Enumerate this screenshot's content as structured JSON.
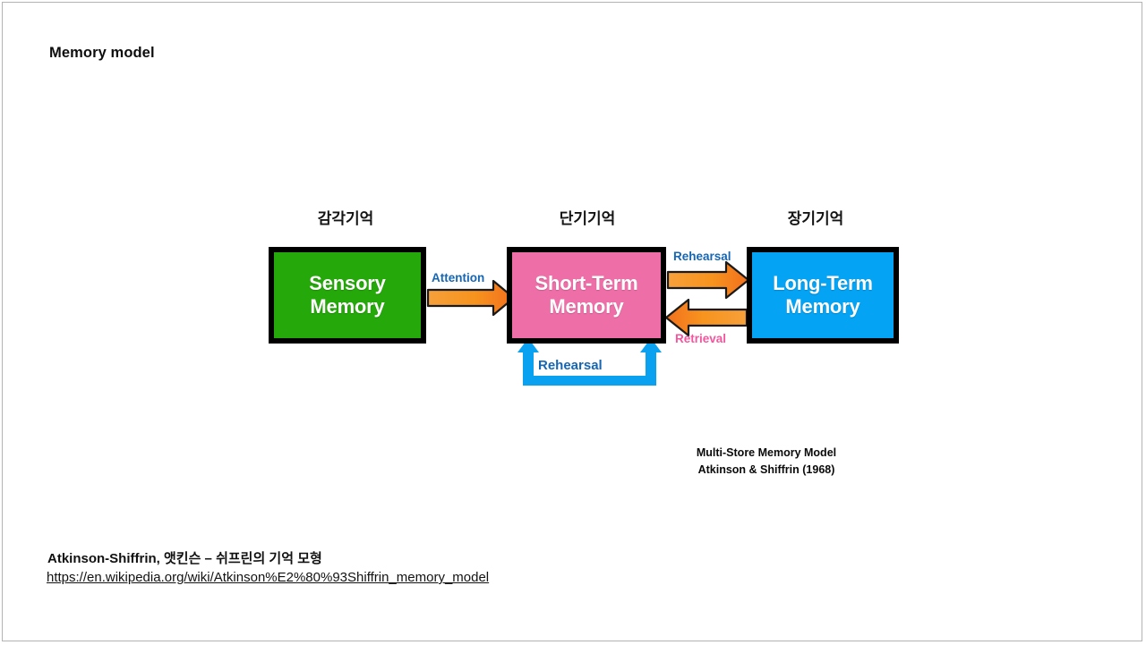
{
  "slide": {
    "title": "Memory model",
    "background": "#ffffff",
    "frame_color": "#b3b3b3"
  },
  "diagram": {
    "type": "flow-diagram",
    "name": "multi-store-memory-model",
    "column_labels": {
      "sensory_kr": "감각기억",
      "short_term_kr": "단기기억",
      "long_term_kr": "장기기억"
    },
    "boxes": [
      {
        "id": "sensory",
        "label": "Sensory\nMemory",
        "line1": "Sensory",
        "line2": "Memory",
        "fill": "#25a80a",
        "border": "#000000",
        "text_color": "#ffffff"
      },
      {
        "id": "short_term",
        "label": "Short-Term\nMemory",
        "line1": "Short-Term",
        "line2": "Memory",
        "fill": "#ee6fa8",
        "border": "#000000",
        "text_color": "#ffffff"
      },
      {
        "id": "long_term",
        "label": "Long-Term\nMemory",
        "line1": "Long-Term",
        "line2": "Memory",
        "fill": "#05a3f4",
        "border": "#000000",
        "text_color": "#ffffff"
      }
    ],
    "arrows": [
      {
        "id": "attention",
        "label": "Attention",
        "from": "sensory",
        "to": "short_term",
        "color": "#f7941e",
        "label_color": "#1666b3"
      },
      {
        "id": "rehearsal-top",
        "label": "Rehearsal",
        "from": "short_term",
        "to": "long_term",
        "color": "#f7941e",
        "label_color": "#1666b3"
      },
      {
        "id": "retrieval",
        "label": "Retrieval",
        "from": "long_term",
        "to": "short_term",
        "color": "#f7941e",
        "label_color": "#f4569e"
      },
      {
        "id": "rehearsal-loop",
        "label": "Rehearsal",
        "from": "short_term",
        "to": "short_term",
        "color": "#0aa2f0",
        "label_color": "#1666b3"
      }
    ],
    "caption_line1": "Multi-Store Memory Model",
    "caption_line2": "Atkinson & Shiffrin (1968)"
  },
  "footer": {
    "title": "Atkinson-Shiffrin, 앳킨슨 – 쉬프린의 기억 모형",
    "link": "https://en.wikipedia.org/wiki/Atkinson%E2%80%93Shiffrin_memory_model"
  }
}
